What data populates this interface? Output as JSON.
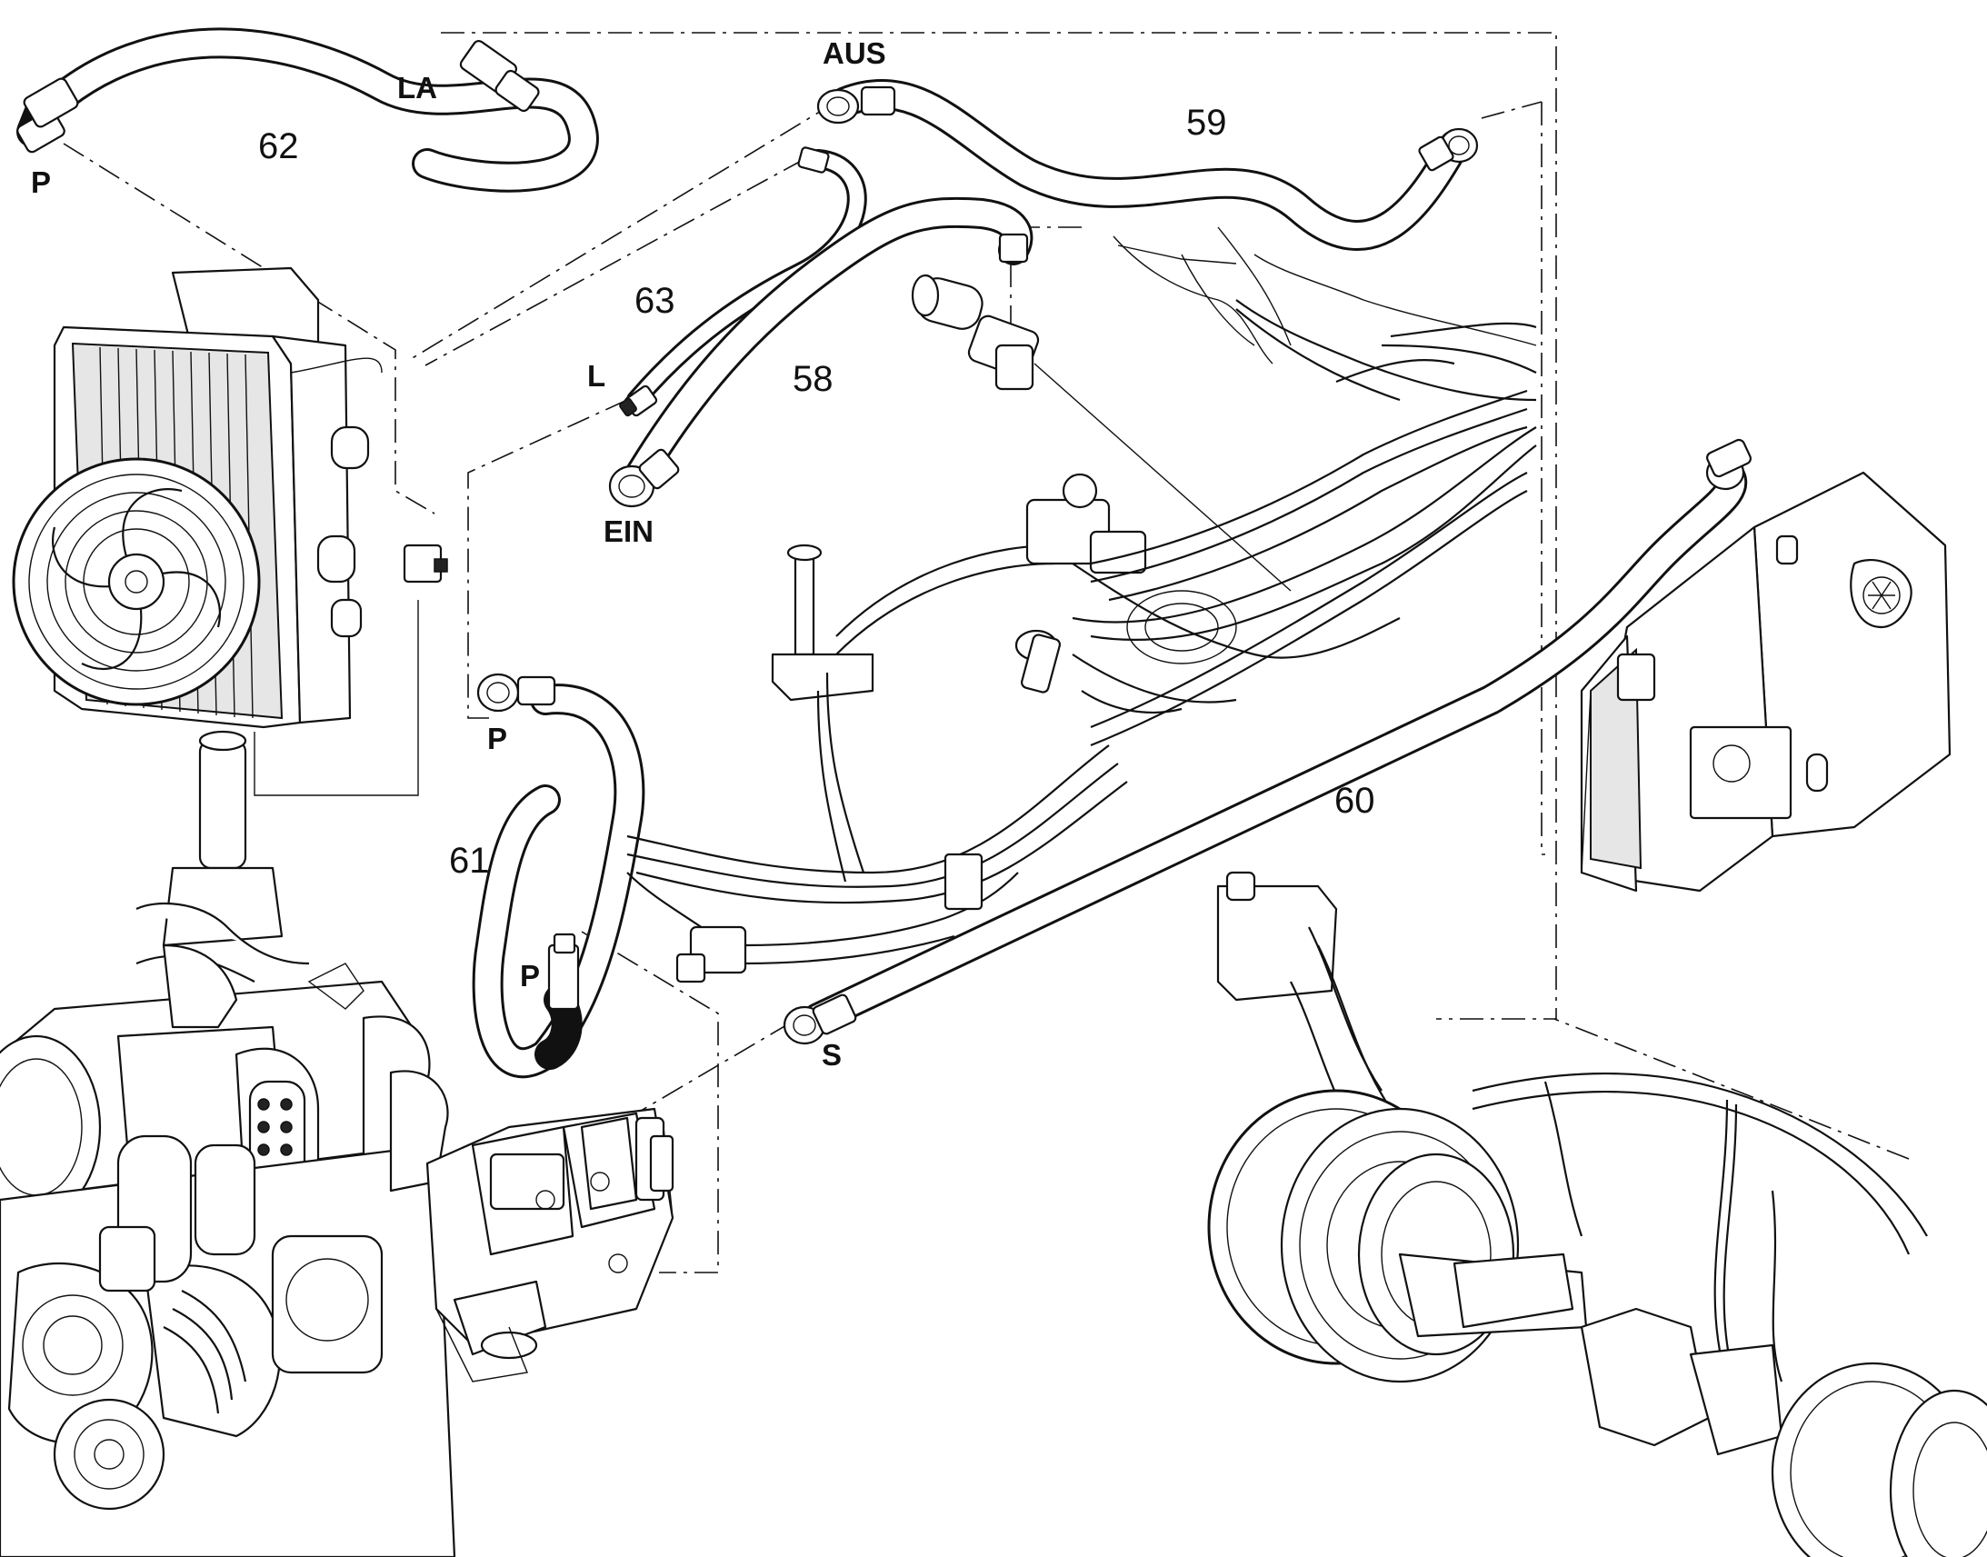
{
  "labels": {
    "p_top": "P",
    "la": "LA",
    "aus": "AUS",
    "l": "L",
    "ein": "EIN",
    "p_mid": "P",
    "p_low": "P",
    "s": "S"
  },
  "part_numbers": {
    "n62": "62",
    "n59": "59",
    "n63": "63",
    "n58": "58",
    "n61": "61",
    "n60": "60"
  }
}
